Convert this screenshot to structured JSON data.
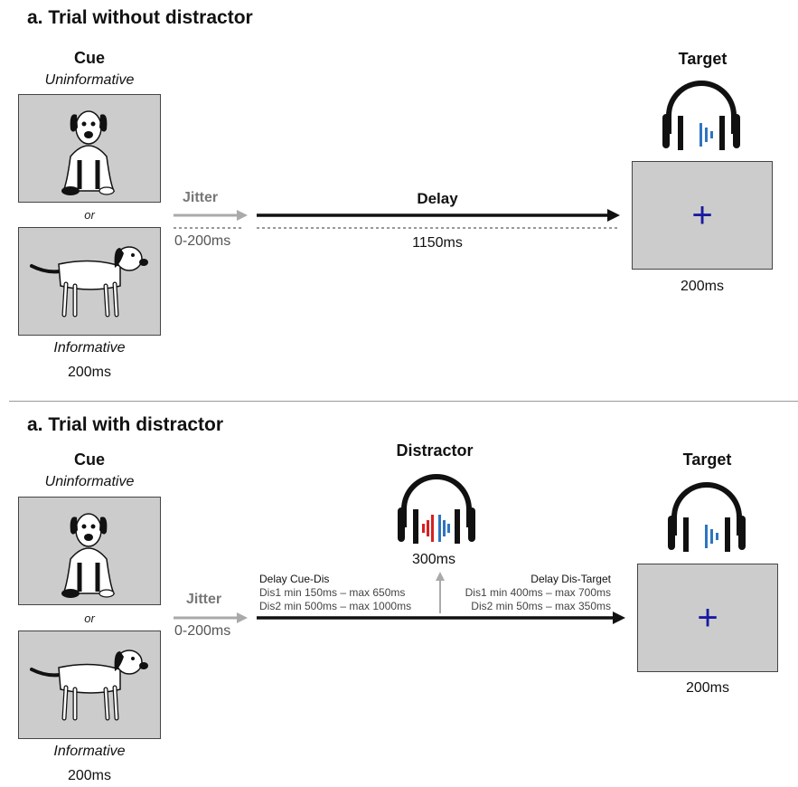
{
  "panel_a": {
    "title": "a. Trial without distractor",
    "cue_label": "Cue",
    "uninformative_label": "Uninformative",
    "or_label": "or",
    "informative_label": "Informative",
    "cue_duration": "200ms",
    "jitter_label": "Jitter",
    "jitter_duration": "0-200ms",
    "delay_label": "Delay",
    "delay_duration": "1150ms",
    "target_label": "Target",
    "target_duration": "200ms",
    "fixation_symbol": "+"
  },
  "panel_b": {
    "title": "a. Trial with distractor",
    "cue_label": "Cue",
    "uninformative_label": "Uninformative",
    "or_label": "or",
    "informative_label": "Informative",
    "cue_duration": "200ms",
    "jitter_label": "Jitter",
    "jitter_duration": "0-200ms",
    "distractor_label": "Distractor",
    "distractor_duration": "300ms",
    "delay_cue_dis": {
      "heading": "Delay Cue-Dis",
      "dis1": "Dis1 min 150ms – max 650ms",
      "dis2": "Dis2 min 500ms – max 1000ms"
    },
    "delay_dis_target": {
      "heading": "Delay Dis-Target",
      "dis1": "Dis1 min 400ms – max 700ms",
      "dis2": "Dis2 min 50ms – max 350ms"
    },
    "target_label": "Target",
    "target_duration": "200ms",
    "fixation_symbol": "+"
  },
  "colors": {
    "screen_gray": "#cccccc",
    "target_wave_blue": "#2f74c0",
    "distractor_wave_red": "#d62020",
    "fixation_blue": "#1a1aa0",
    "jitter_arrow_gray": "#aaaaaa"
  }
}
